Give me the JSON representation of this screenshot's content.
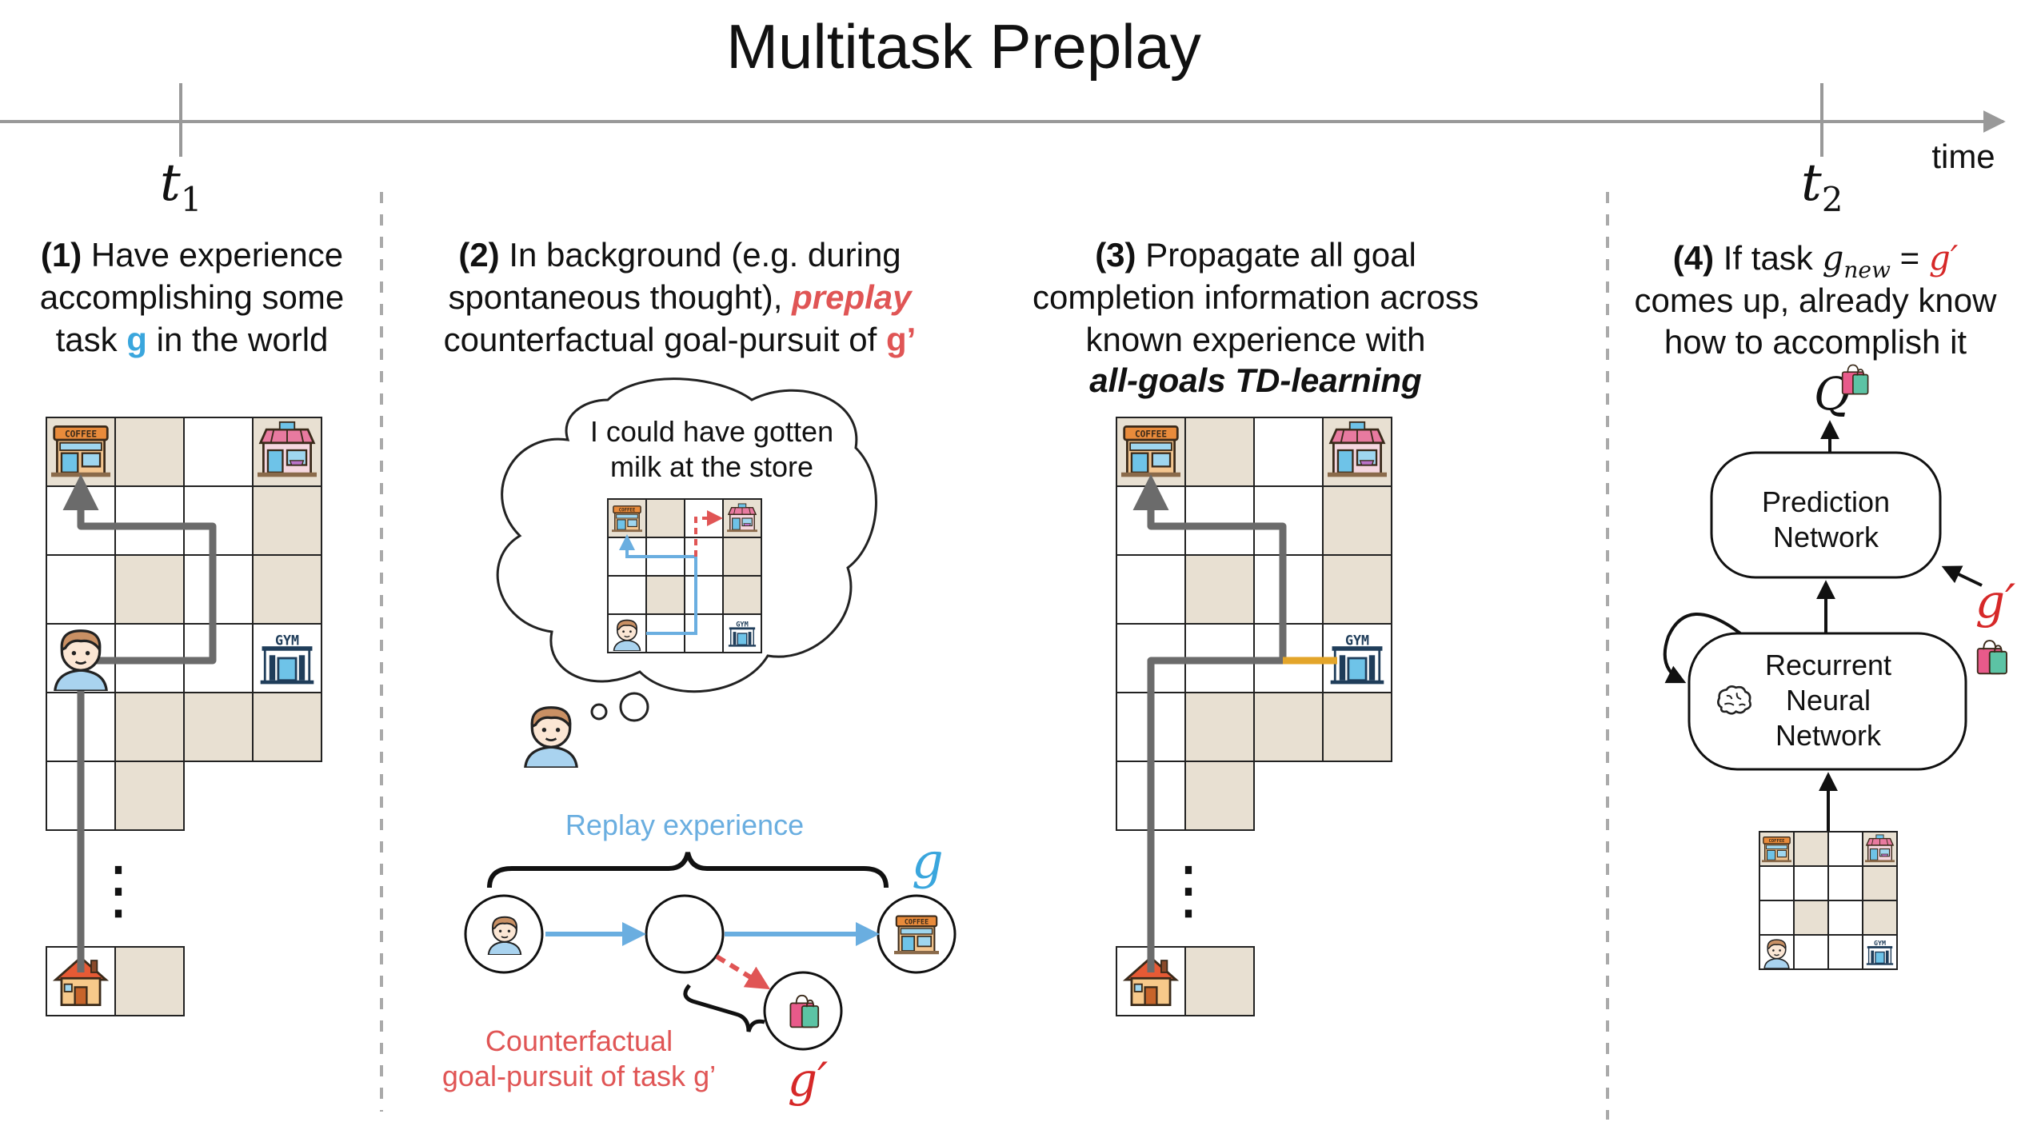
{
  "title": "Multitask Preplay",
  "timeline": {
    "label": "time",
    "t1": "t",
    "t1_sub": "1",
    "t2": "t",
    "t2_sub": "2"
  },
  "panel1": {
    "num": "(1)",
    "line1": " Have experience",
    "line2": "accomplishing some",
    "line3_pre": "task ",
    "line3_goal": "g",
    "line3_post": " in the world",
    "dots": "⋮"
  },
  "panel2": {
    "num": "(2)",
    "line1": " In background (e.g. during",
    "line2_pre": "spontaneous thought), ",
    "line2_em": "preplay",
    "line3_pre": "counterfactual goal-pursuit of ",
    "line3_goal": "g’",
    "thought1": "I could have gotten",
    "thought2": "milk at the store",
    "replay_label": "Replay experience",
    "g_label": "g",
    "cf_line1": "Counterfactual",
    "cf_line2": "goal-pursuit of task g’",
    "gprime_label": "g′"
  },
  "panel3": {
    "num": "(3)",
    "line1": " Propagate all goal",
    "line2": "completion information across",
    "line3": "known experience with",
    "line4": "all-goals TD-learning",
    "dots": "⋮"
  },
  "panel4": {
    "num": "(4)",
    "line1_pre": " If task ",
    "line1_g": "g",
    "line1_sub": "new",
    "line1_eq": " = ",
    "line1_gp": "g′",
    "line2": "comes up, already know",
    "line3": "how to accomplish it",
    "q_label": "Q",
    "pred1": "Prediction",
    "pred2": "Network",
    "rnn1": "Recurrent",
    "rnn2": "Neural",
    "rnn3": "Network",
    "gprime_label": "g′"
  },
  "icons": {
    "coffee_text": "COFFEE",
    "gym_text": "GYM"
  },
  "colors": {
    "goal_blue": "#3aa6dd",
    "counterfactual_red": "#e05555",
    "td_orange": "#e3a52a",
    "cell_fill": "#e8e0d2",
    "path_gray": "#6b6b6b",
    "replay_blue": "#6aaee0"
  }
}
